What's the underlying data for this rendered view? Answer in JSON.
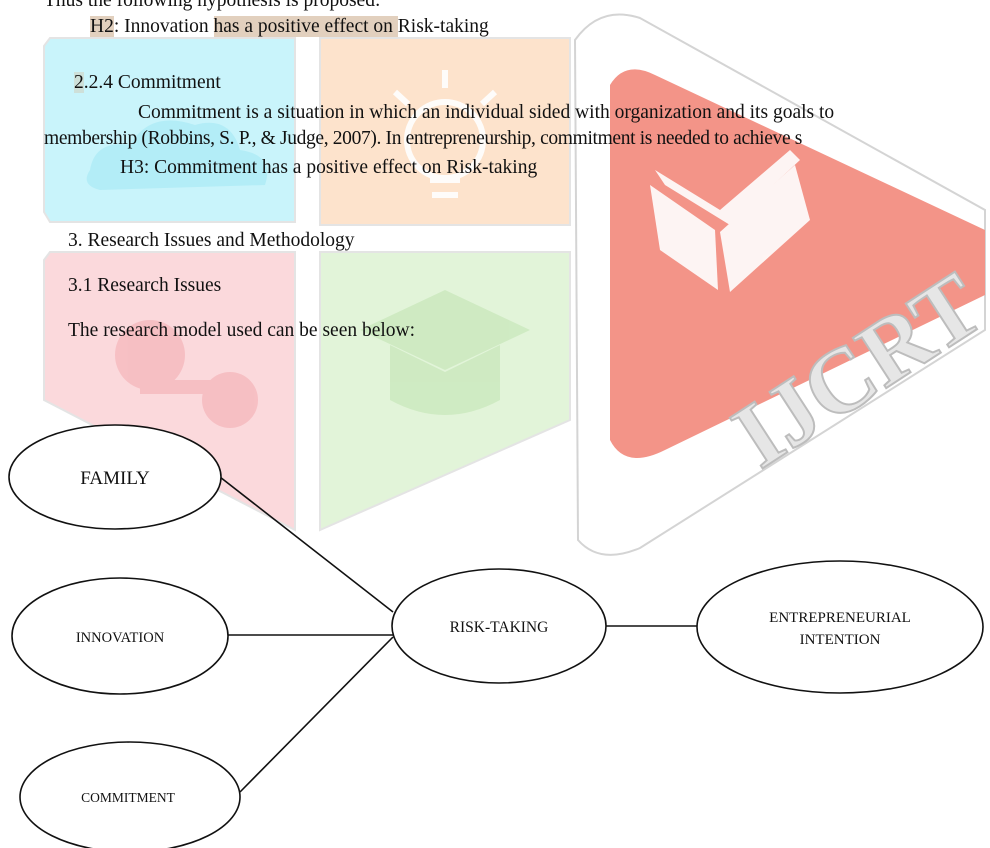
{
  "document": {
    "top_line": "Thus the following hypothesis is proposed:",
    "h2_prefix": "H2",
    "h2_mid": ": Innovation ",
    "h2_highlight": "has a positive effect on ",
    "h2_suffix": "Risk-taking",
    "section_224_num": "2",
    "section_224_rest": ".2.4 Commitment",
    "para_line1": "Commitment is a situation in which an individual sided with organization and its goals to",
    "para_line2": "membership (Robbins, S. P., & Judge, 2007). In entrepreneurship, commitment is needed to achieve s",
    "h3": "H3: Commitment has a positive effect on Risk-taking",
    "section_3": "3. Research Issues and Methodology",
    "section_31": "3.1 Research Issues",
    "model_intro": "The research model used can be seen below:"
  },
  "diagram": {
    "nodes": {
      "family": "FAMILY",
      "innovation": "INNOVATION",
      "commitment": "COMMITMENT",
      "risk_taking": "RISK-TAKING",
      "intention_line1": "ENTREPRENEURIAL",
      "intention_line2": "INTENTION"
    }
  },
  "watermark": {
    "text": "IJCRT",
    "colors": {
      "cyan": "#c9f4fb",
      "peach": "#fde3cc",
      "pink": "#fbd9dc",
      "green": "#e2f4d9",
      "red": "#f08a80",
      "gray": "#d8d8d8"
    }
  }
}
